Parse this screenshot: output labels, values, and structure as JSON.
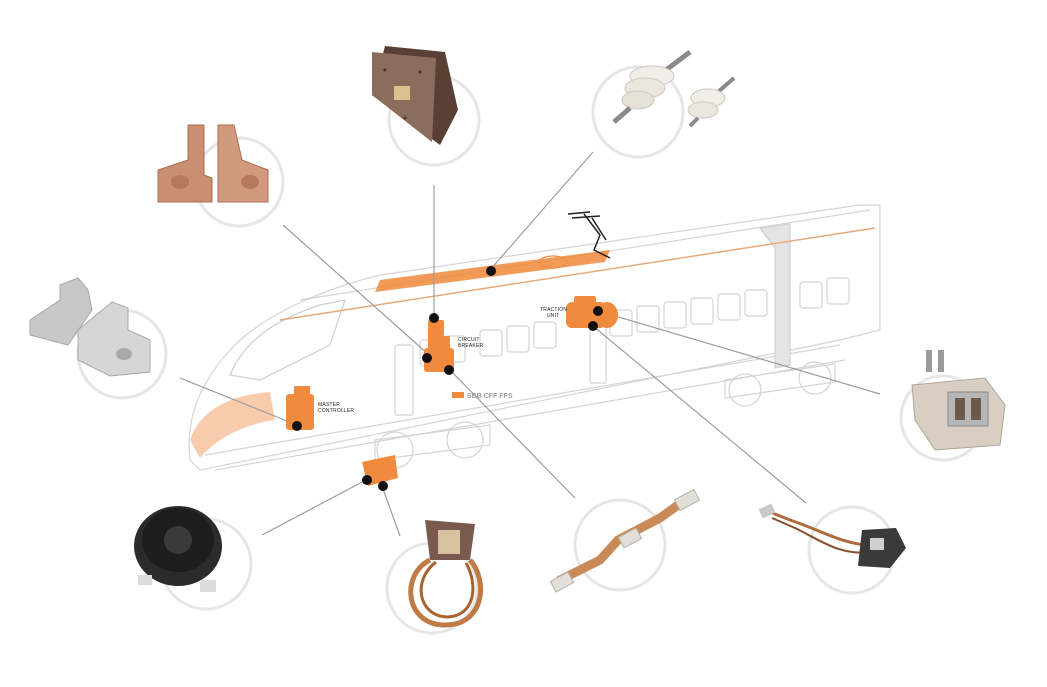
{
  "train": {
    "livery": "SBB CFF FFS",
    "labels": {
      "circuit_breaker_1": "CIRCUIT",
      "circuit_breaker_2": "BREAKER",
      "traction_unit_1": "TRACTION",
      "traction_unit_2": "UNIT",
      "master_controller_1": "MASTER",
      "master_controller_2": "CONTROLLER"
    }
  },
  "colors": {
    "accent": "#f08a3c",
    "outline": "#d4d4d4",
    "circle": "#e6e6e6",
    "leader": "#9c9c9c",
    "dot": "#111111",
    "copper": "#c98f70",
    "carbon": "#6b4a3e",
    "aluminium": "#c8c8c8",
    "ceramic": "#eeeae4"
  },
  "products": [
    {
      "icon": "copper-contact-tips-icon"
    },
    {
      "icon": "carbon-contact-strip-icon"
    },
    {
      "icon": "ceramic-insulators-icon"
    },
    {
      "icon": "aluminium-contact-blocks-icon"
    },
    {
      "icon": "relay-terminal-block-icon"
    },
    {
      "icon": "sealed-motor-unit-icon"
    },
    {
      "icon": "copper-braid-loop-icon"
    },
    {
      "icon": "flexible-shunt-icon"
    },
    {
      "icon": "carbon-brush-icon"
    }
  ]
}
